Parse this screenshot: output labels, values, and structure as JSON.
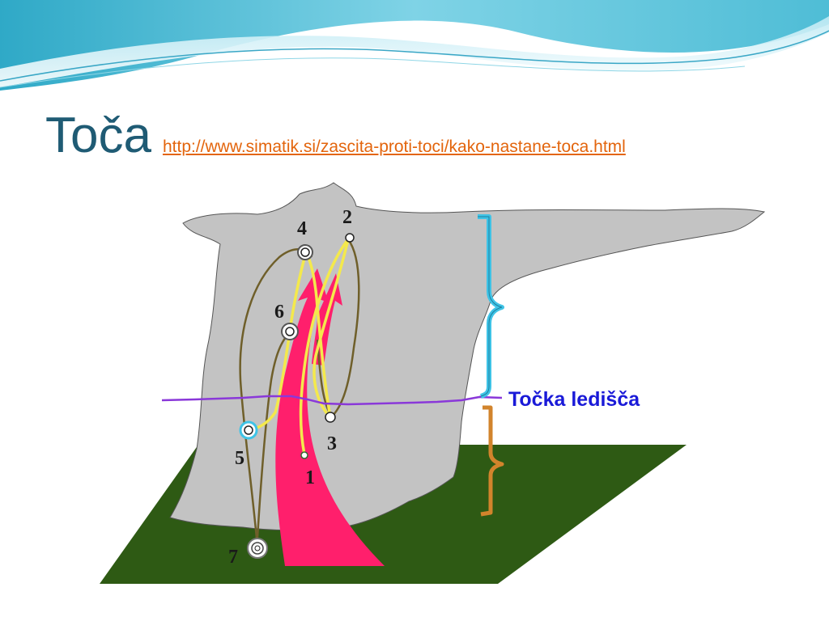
{
  "slide": {
    "title": "Toča",
    "link": "http://www.simatik.si/zascita-proti-toci/kako-nastane-toca.html"
  },
  "diagram": {
    "freezing_level_label": "Točka ledišča",
    "stage_labels": [
      "1",
      "2",
      "3",
      "4",
      "5",
      "6",
      "7"
    ],
    "colors": {
      "cloud": "#c3c3c3",
      "ground": "#2e5a14",
      "updraft_arrow": "#ff1f6c",
      "hail_path_yellow": "#f4e94c",
      "hail_path_brown": "#6f5f2a",
      "freezing_line": "#8a38d9",
      "bracket_upper": "#3fc3e6",
      "bracket_lower": "#d2842c",
      "title": "#1f5b74",
      "link": "#e3650d"
    }
  }
}
